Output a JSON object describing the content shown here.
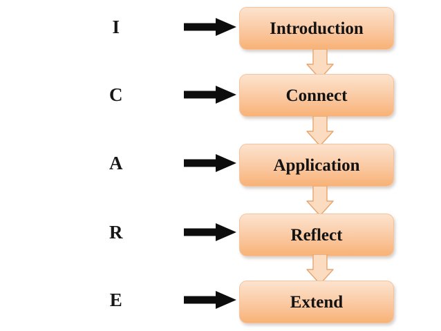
{
  "diagram": {
    "title": "ICARE instructional model flow",
    "background_color": "#FFFFFF",
    "accent_border_color": "#E5A26A",
    "stage_fill_top_color": "#FCE3CE",
    "stage_fill_bottom_color": "#F8B276",
    "arrow_color": "#111111",
    "flow_arrow_fill_color": "#FBD9BC",
    "flow_arrow_stroke_color": "#E8A46C",
    "rows": [
      {
        "letter": "I",
        "stage": "Introduction"
      },
      {
        "letter": "C",
        "stage": "Connect"
      },
      {
        "letter": "A",
        "stage": "Application"
      },
      {
        "letter": "R",
        "stage": "Reflect"
      },
      {
        "letter": "E",
        "stage": "Extend"
      }
    ],
    "connectors": {
      "horizontal_arrow_count": 5,
      "vertical_arrow_count": 4,
      "horizontal_arrow_name": "right-arrow-icon",
      "vertical_arrow_name": "down-arrow-icon"
    }
  }
}
